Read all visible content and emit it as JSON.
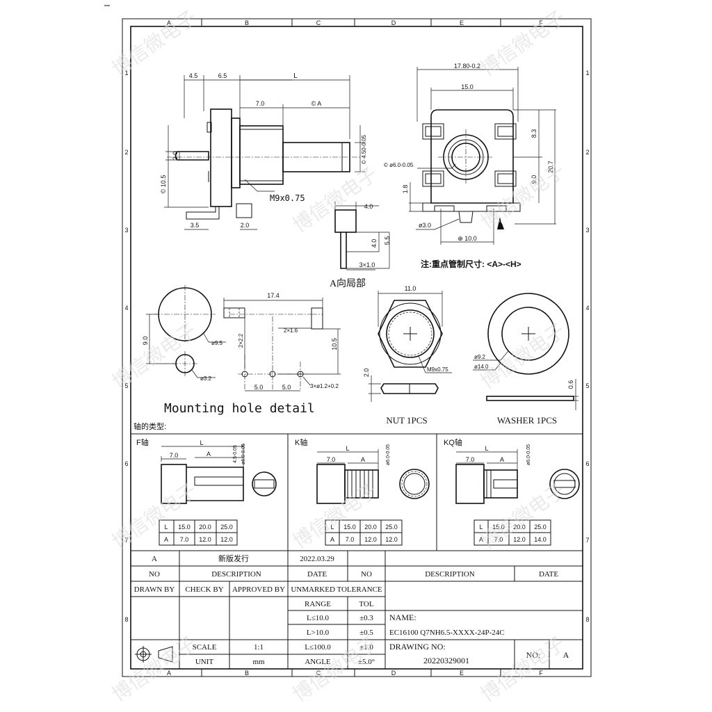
{
  "watermark": "博信微电子",
  "grid": {
    "columns": [
      "A",
      "B",
      "C",
      "D",
      "E",
      "F"
    ],
    "rows": [
      "1",
      "2",
      "3",
      "4",
      "5",
      "6",
      "7",
      "8"
    ]
  },
  "top_view": {
    "dims": {
      "d45": "4.5",
      "d65": "6.5",
      "L": "L",
      "d70": "7.0",
      "cA": "© A",
      "shaft_d": "© 4.50-0.05",
      "d20": "2.0",
      "d105": "© 10.5",
      "thread": "M9x0.75",
      "d35": "3.5",
      "d20b": "2.0"
    }
  },
  "front_view": {
    "dims": {
      "w178": "17.80-0.2",
      "w150": "15.0",
      "shaft_d": "© ø6.0-0.05",
      "h83": "8.3",
      "h207": "20.7",
      "h90": "9.0",
      "h18": "1.8",
      "pin": "ø3.0",
      "w100": "⊕ 10.0",
      "markA": "A"
    }
  },
  "pin_detail": {
    "dims": {
      "w40": "4.0",
      "h40": "4.0",
      "h55": "5.5",
      "s3x1": "3×1.0"
    },
    "label": "A向局部"
  },
  "note": "注:重点管制尺寸: <A>-<H>",
  "mounting": {
    "dims": {
      "d90": "9.0",
      "d95": "ø9.5",
      "d32": "ø3.2",
      "w174": "17.4",
      "s2x22": "2×2.2",
      "s2x16": "2×1.6",
      "h105": "10.5",
      "w50a": "5.0",
      "w50b": "5.0",
      "holes": "3×ø1.2+0.2"
    },
    "title": "Mounting hole detail"
  },
  "nut": {
    "w110": "11.0",
    "thread": "M9x0.75",
    "h20": "2.0",
    "label": "NUT   1PCS"
  },
  "washer": {
    "d92": "ø9.2",
    "d140": "ø14.0",
    "t06": "0.6",
    "label": "WASHER   1PCS"
  },
  "shaft_types": {
    "heading": "轴的类型:",
    "panels": [
      {
        "title": "F轴",
        "d70": "7.0",
        "L": "L",
        "A": "A",
        "d45": "4.5-0.05",
        "d60": "ø6.0-0.05",
        "table": {
          "rows": [
            [
              "L",
              "15.0",
              "20.0",
              "25.0"
            ],
            [
              "A",
              "7.0",
              "12.0",
              "12.0"
            ]
          ]
        }
      },
      {
        "title": "K轴",
        "d70": "7.0",
        "L": "L",
        "A": "A",
        "d60": "ø6.0-0.05",
        "table": {
          "rows": [
            [
              "L",
              "15.0",
              "20.0",
              "25.0"
            ],
            [
              "A",
              "7.0",
              "12.0",
              "12.0"
            ]
          ]
        }
      },
      {
        "title": "KQ轴",
        "d70": "7.0",
        "L": "L",
        "A": "A",
        "d60": "ø6.0-0.05",
        "table": {
          "rows": [
            [
              "L",
              "15.0",
              "20.0",
              "25.0"
            ],
            [
              "A",
              "7.0",
              "12.0",
              "14.0"
            ]
          ]
        }
      }
    ]
  },
  "title_block": {
    "rev": {
      "no": "A",
      "description": "新版发行",
      "date": "2022.03.29"
    },
    "headers": {
      "no": "NO",
      "description": "DESCRIPTION",
      "date": "DATE"
    },
    "drawn_by": "DRAWN BY",
    "check_by": "CHECK BY",
    "approved_by": "APPROVED BY",
    "unmarked_tolerance": "UNMARKED TOLERANCE",
    "range": "RANGE",
    "tol": "TOL",
    "tolerances": [
      [
        "L≤10.0",
        "±0.3"
      ],
      [
        "L>10.0",
        "±0.5"
      ],
      [
        "L≤100.0",
        "±1.0"
      ],
      [
        "ANGLE",
        "±5.0°"
      ]
    ],
    "name_label": "NAME:",
    "name_value": "EC16100 Q7NH6.5-XXXX-24P-24C",
    "scale_label": "SCALE",
    "scale_value": "1:1",
    "unit_label": "UNIT",
    "unit_value": "mm",
    "drawing_no_label": "DRAWING NO:",
    "drawing_no_value": "20220329001",
    "no_label": "NO:",
    "no_value": "A"
  }
}
